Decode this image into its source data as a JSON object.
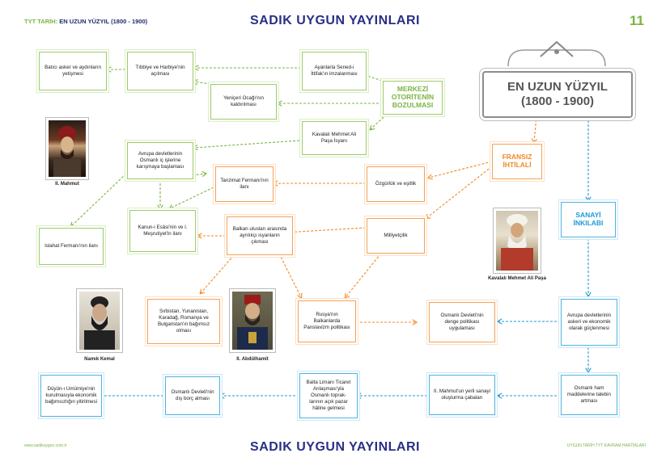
{
  "header": {
    "series": "TYT TARİH:",
    "section": "EN UZUN YÜZYIL (1800 - 1900)",
    "brand": "SADIK UYGUN YAYINLARI",
    "page_number": "11"
  },
  "footer": {
    "website": "www.sadikuygun.com.tr",
    "brand": "SADIK UYGUN YAYINLARI",
    "series_note": "UYGUN TARİH TYT KAVRAM HARİTALARI"
  },
  "title": {
    "line1": "EN UZUN YÜZYIL",
    "line2": "(1800 - 1900)"
  },
  "headings": {
    "merkezi": "MERKEZİ OTORİTENİN BOZULMASI",
    "fransiz": "FRANSIZ İHTİLALİ",
    "sanayi": "SANAYİ İNKILABI"
  },
  "nodes": {
    "batici": "Batıcı asker ve aydınların yetişmesi",
    "tibbiye": "Tıbbiye ve Harbiye'nin açılması",
    "ayanlarla": "Ayanlarla Sened-i İttifak'ın imzalanması",
    "yeniceri": "Yeniçeri Ocağı'nın kaldırılması",
    "kavalali_isyan": "Kavalalı Mehmet Ali Paşa İsyanı",
    "avrupa_karisma": "Avrupa devletlerinin Osmanlı iç işlerine karışmaya başlaması",
    "tanzimat": "Tanzimat Fermanı'nın ilanı",
    "ozgurluk": "Özgürlük ve eşitlik",
    "islahat": "Islahat Fermanı'nın ilanı",
    "kanun": "Kanun-i Esâsi'nin ve I. Meşrutiyet'in ilanı",
    "balkan_isyan": "Balkan ulusları arasında ayrılıkçı isyanların çıkması",
    "milliyetcilik": "Milliyetçilik",
    "sirbistan": "Sırbistan, Yunanistan, Karadağ, Romanya ve Bulgaristan'ın bağımsız olması",
    "rusya": "Rusya'nın Balkanlarda Panslavizm politikası",
    "denge": "Osmanlı Devleti'nin denge politikası uygulaması",
    "avrupa_guclen": "Avrupa devletlerinin askeri ve ekonomik olarak güçlenmesi",
    "duyun": "Düyûn-ı Umûmiye'nin kurulmasıyla ekonomik bağımsızlığın yitirilmesi",
    "dis_borc": "Osmanlı Devleti'nin dış borç alması",
    "balta_limani": "Balta Limanı Ticaret Anlaşması'yla Osmanlı toprak-larının açık pazar hâline gelmesi",
    "mahmut_sanayi": "II. Mahmut'un yerli sanayi oluşturma çabaları",
    "ham_madde": "Osmanlı ham maddelerine talebin artması"
  },
  "portraits": {
    "mahmut": "II. Mahmut",
    "kavalali": "Kavalalı Mehmet Ali Paşa",
    "namik": "Namık Kemal",
    "abdulhamit": "II. Abdülhamit"
  },
  "colors": {
    "green": "#7cb342",
    "orange": "#f08a24",
    "blue": "#1e9ad6",
    "navy": "#2a2f86"
  }
}
